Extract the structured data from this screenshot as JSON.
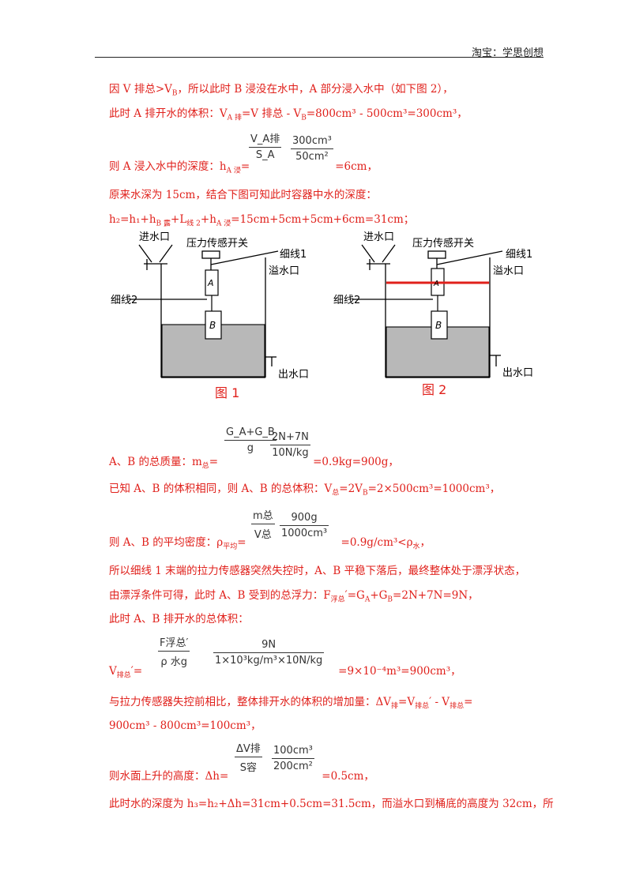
{
  "header": {
    "text": "淘宝：学思创想"
  },
  "lines": {
    "l1": "因 V 排总>V",
    "l1_sub": "B",
    "l1_tail": "，所以此时 B 浸没在水中，A 部分浸入水中（如下图 2），",
    "l2": "此时 A 排开水的体积：V",
    "l2_sub1": "A 排",
    "l2_mid": "=V 排总 - V",
    "l2_sub2": "B",
    "l2_tail": "=800cm³ - 500cm³=300cm³，",
    "l3": "则 A 浸入水中的深度：h",
    "l3_sub": "A 浸",
    "l3_eq": "=",
    "l3_tail": "=6cm，",
    "l4": "原来水深为 15cm，结合下图可知此时容器中水的深度：",
    "l5": "h₂=h₁+h",
    "l5_sub1": "B 露",
    "l5_mid": "+L",
    "l5_sub2": "线 2",
    "l5_mid2": "+h",
    "l5_sub3": "A 浸",
    "l5_tail": "=15cm+5cm+5cm+6cm=31cm；",
    "l6": "A、B 的总质量：m",
    "l6_sub": "总",
    "l6_eq": "=",
    "l6_tail": "=0.9kg=900g，",
    "l7": "已知 A、B 的体积相同，则 A、B 的总体积：V",
    "l7_sub": "总",
    "l7_tail": "=2V",
    "l7_sub2": "B",
    "l7_tail2": "=2×500cm³=1000cm³，",
    "l8": "则 A、B 的平均密度：ρ",
    "l8_sub": "平均",
    "l8_eq": "=",
    "l8_tail": "=0.9g/cm³<ρ",
    "l8_sub2": "水",
    "l8_end": "，",
    "l9": "所以细线 1 末端的拉力传感器突然失控时，A、B 平稳下落后，最终整体处于漂浮状态，",
    "l10": "由漂浮条件可得，此时 A、B 受到的总浮力：F",
    "l10_sub": "浮总",
    "l10_tail": "′=G",
    "l10_sub2": "A",
    "l10_tail2": "+G",
    "l10_sub3": "B",
    "l10_tail3": "=2N+7N=9N，",
    "l11": "此时 A、B 排开水的总体积：",
    "l12": "V",
    "l12_sub": "排总",
    "l12_eq": "′=",
    "l12_tail": "=9×10⁻⁴m³=900cm³，",
    "l13": "与拉力传感器失控前相比，整体排开水的体积的增加量：ΔV",
    "l13_sub": "排",
    "l13_tail": "=V",
    "l13_sub2": "排总",
    "l13_tail2": "′ - V",
    "l13_sub3": "排总",
    "l13_tail3": "=",
    "l14": "900cm³ - 800cm³=100cm³，",
    "l15": "则水面上升的高度：Δh=",
    "l15_tail": "=0.5cm，",
    "l16": "此时水的深度为 h₃=h₂+Δh=31cm+0.5cm=31.5cm，而溢水口到桶底的高度为 32cm，所"
  },
  "fractions": {
    "f1a": {
      "num": "V_A排",
      "den": "S_A"
    },
    "f1b": {
      "num": "300cm³",
      "den": "50cm²"
    },
    "f2a": {
      "num": "G_A+G_B",
      "den": "g"
    },
    "f2b": {
      "num": "2N+7N",
      "den": "10N/kg"
    },
    "f3a": {
      "num": "m总",
      "den": "V总"
    },
    "f3b": {
      "num": "900g",
      "den": "1000cm³"
    },
    "f4a": {
      "num": "F浮总′",
      "den": "ρ 水g"
    },
    "f4b": {
      "num": "9N",
      "den": "1×10³kg/m³×10N/kg"
    },
    "f5a": {
      "num": "ΔV排",
      "den": "S容"
    },
    "f5b": {
      "num": "100cm³",
      "den": "200cm²"
    }
  },
  "figures": {
    "fig1": {
      "caption": "图 1",
      "inlet": "进水口",
      "sensor": "压力传感开关",
      "thread1": "细线1",
      "overflow": "溢水口",
      "thread2": "细线2",
      "outlet": "出水口",
      "blockA": "A",
      "blockB": "B"
    },
    "fig2": {
      "caption": "图 2",
      "inlet": "进水口",
      "sensor": "压力传感开关",
      "thread1": "细线1",
      "overflow": "溢水口",
      "thread2": "细线2",
      "outlet": "出水口",
      "blockA": "A",
      "blockB": "B"
    }
  },
  "colors": {
    "text": "#e0201b",
    "water": "#b8b8b8",
    "redline": "#e0201b"
  }
}
